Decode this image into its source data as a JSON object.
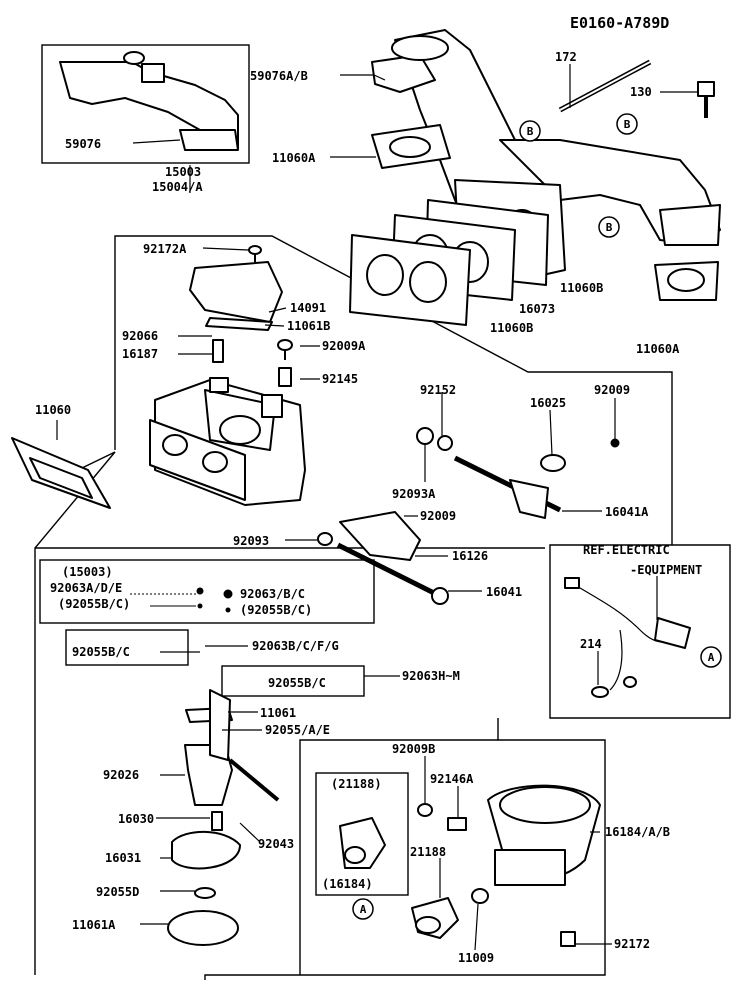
{
  "diagram_code": "E0160-A789D",
  "callouts": {
    "p59076AB": "59076A/B",
    "p59076": "59076",
    "p172": "172",
    "p130": "130",
    "p11060A_top": "11060A",
    "p15003": "15003",
    "p15004A": "15004/A",
    "p11060B_1": "11060B",
    "p16073": "16073",
    "p11060B_2": "11060B",
    "p11060A_right": "11060A",
    "p92172A": "92172A",
    "p14091": "14091",
    "p11061B": "11061B",
    "p92066": "92066",
    "p92009A": "92009A",
    "p16187": "16187",
    "p92145": "92145",
    "p92152": "92152",
    "p16025": "16025",
    "p92009_r": "92009",
    "p11060": "11060",
    "p92093A": "92093A",
    "p16041A": "16041A",
    "p92009_m": "92009",
    "p92093": "92093",
    "p16126": "16126",
    "p16041": "16041",
    "ref_electric": "REF.ELECTRIC",
    "equipment": "-EQUIPMENT",
    "p214": "214",
    "p92055BC_1": "92055B/C",
    "p92063BCFG": "92063B/C/F/G",
    "p92063HM": "92063H~M",
    "p92055BC_2": "92055B/C",
    "p11061": "11061",
    "p92055AE": "92055/A/E",
    "p92009B": "92009B",
    "p92026": "92026",
    "p92146A": "92146A",
    "p21188_box": "(21188)",
    "p16184AB": "16184/A/B",
    "p16030": "16030",
    "p92043": "92043",
    "p16031": "16031",
    "p21188": "21188",
    "p16184_box": "(16184)",
    "p92055D": "92055D",
    "p11061A": "11061A",
    "p11009": "11009",
    "p92172": "92172"
  },
  "legend": {
    "title": "(15003)",
    "left1": "92063A/D/E",
    "left2": "(92055B/C)",
    "right1": "92063/B/C",
    "right2": "(92055B/C)"
  },
  "ref_markers": {
    "b": "B",
    "a": "A"
  }
}
